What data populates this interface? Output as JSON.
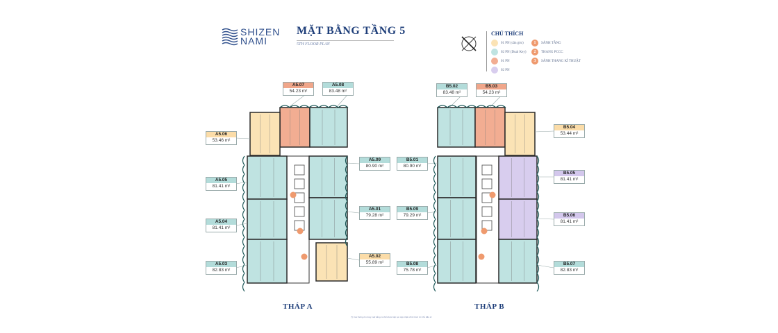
{
  "brand": {
    "line1": "SHIZEN",
    "line2": "NAMI"
  },
  "header": {
    "title": "MẶT BẰNG TẦNG 5",
    "subtitle": "5TH FLOOR PLAN"
  },
  "legend": {
    "title": "CHÚ THÍCH",
    "unit_types": [
      {
        "label": "01 PN (căn góc)",
        "color": "#fbe3b5"
      },
      {
        "label": "02 PN (Dual Key)",
        "color": "#bfe3e1"
      },
      {
        "label": "01 PN",
        "color": "#f2ad92"
      },
      {
        "label": "02 PN",
        "color": "#d8cdee"
      }
    ],
    "facilities": [
      {
        "num": "1",
        "label": "SẢNH TẦNG"
      },
      {
        "num": "2",
        "label": "THANG PCCC"
      },
      {
        "num": "3",
        "label": "SẢNH THANG KĨ THUẬT"
      }
    ]
  },
  "towers": [
    {
      "name": "THÁP A",
      "units": [
        {
          "code": "A5.07",
          "area": "54.23 m²",
          "type": 2
        },
        {
          "code": "A5.08",
          "area": "83.48 m²",
          "type": 1
        },
        {
          "code": "A5.06",
          "area": "53.46 m²",
          "type": 0
        },
        {
          "code": "A5.05",
          "area": "81.41 m²",
          "type": 1
        },
        {
          "code": "A5.04",
          "area": "81.41 m²",
          "type": 1
        },
        {
          "code": "A5.03",
          "area": "82.83 m²",
          "type": 1
        },
        {
          "code": "A5.09",
          "area": "80.90 m²",
          "type": 1
        },
        {
          "code": "A5.01",
          "area": "79.28 m²",
          "type": 1
        },
        {
          "code": "A5.02",
          "area": "55.89 m²",
          "type": 0
        }
      ]
    },
    {
      "name": "THÁP B",
      "units": [
        {
          "code": "B5.02",
          "area": "83.48 m²",
          "type": 1
        },
        {
          "code": "B5.03",
          "area": "54.23 m²",
          "type": 2
        },
        {
          "code": "B5.04",
          "area": "53.44 m²",
          "type": 0
        },
        {
          "code": "B5.05",
          "area": "81.41 m²",
          "type": 3
        },
        {
          "code": "B5.06",
          "area": "81.41 m²",
          "type": 3
        },
        {
          "code": "B5.07",
          "area": "82.83 m²",
          "type": 1
        },
        {
          "code": "B5.01",
          "area": "80.90 m²",
          "type": 1
        },
        {
          "code": "B5.09",
          "area": "79.29 m²",
          "type": 1
        },
        {
          "code": "B5.08",
          "area": "75.78 m²",
          "type": 1
        }
      ]
    }
  ],
  "footnote": "(*) Các thông tin trong mặt bằng có thể được tiếp tục cập nhật chính thức từ Chủ đầu tư"
}
